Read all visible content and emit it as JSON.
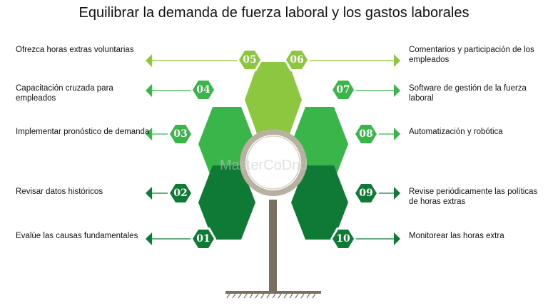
{
  "title": "Equilibrar la demanda de fuerza laboral y los gastos laborales",
  "watermark": "MasterCoDnd",
  "colors": {
    "light_green": "#8dc63f",
    "mid_green": "#39b54a",
    "dark_green": "#0e7a36",
    "ring": "#b8b0a0",
    "stem": "#7a7060"
  },
  "items": [
    {
      "num": "01",
      "label": "Evalúe las causas fundamentales"
    },
    {
      "num": "02",
      "label": "Revisar datos históricos"
    },
    {
      "num": "03",
      "label": "Implementar pronóstico de demanda"
    },
    {
      "num": "04",
      "label": "Capacitación cruzada para empleados"
    },
    {
      "num": "05",
      "label": "Ofrezca horas extras voluntarias"
    },
    {
      "num": "06",
      "label": "Comentarios y participación de los empleados"
    },
    {
      "num": "07",
      "label": "Software de gestión de la fuerza laboral"
    },
    {
      "num": "08",
      "label": "Automatización y robótica"
    },
    {
      "num": "09",
      "label": "Revise periódicamente las políticas de horas extras"
    },
    {
      "num": "10",
      "label": "Monitorear las horas extra"
    }
  ]
}
